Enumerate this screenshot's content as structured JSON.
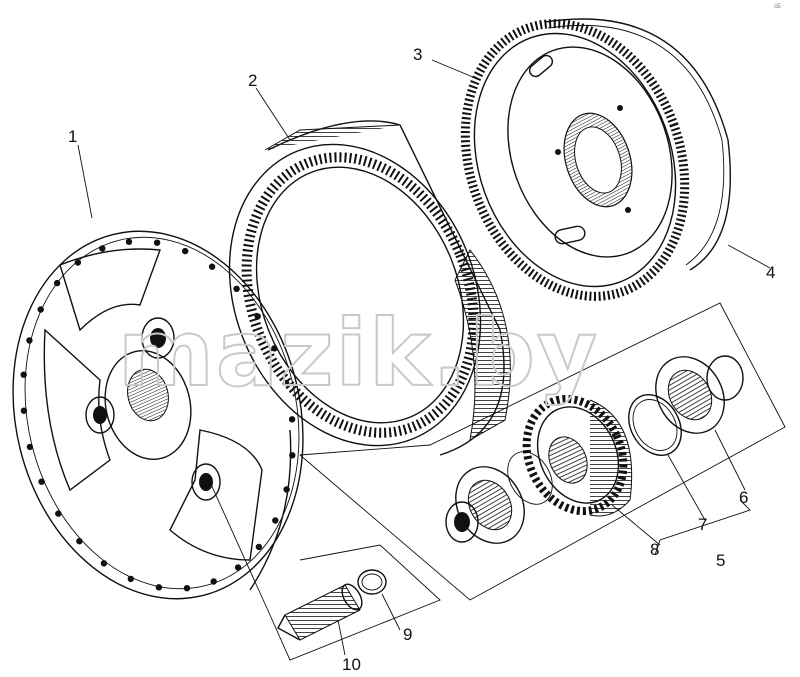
{
  "watermark": "mazik.by",
  "corner_mark": "сБ",
  "callouts": [
    {
      "label": "1"
    },
    {
      "label": "2"
    },
    {
      "label": "3"
    },
    {
      "label": "4"
    },
    {
      "label": "5"
    },
    {
      "label": "6"
    },
    {
      "label": "7"
    },
    {
      "label": "8"
    },
    {
      "label": "9"
    },
    {
      "label": "10"
    }
  ],
  "colors": {
    "ink": "#111111",
    "paper": "#ffffff",
    "watermark": "#c9c9c9"
  }
}
